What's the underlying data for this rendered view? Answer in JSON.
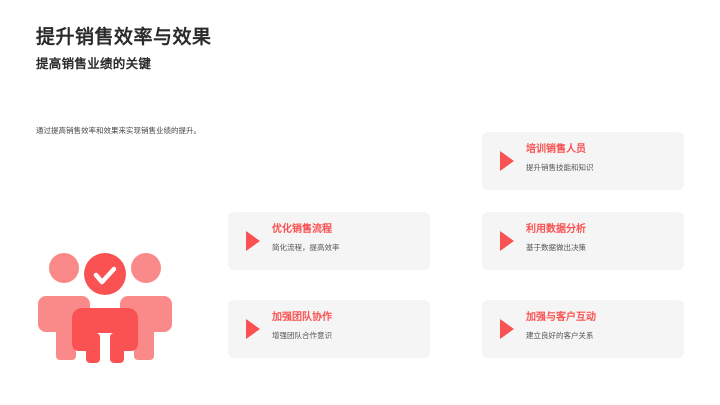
{
  "slide": {
    "title": "提升销售效率与效果",
    "subtitle": "提高销售业绩的关键",
    "intro": "通过提高销售效率和效果来实现销售业绩的提升。",
    "accent_color": "#fa5252",
    "card_background": "#f5f5f5",
    "illustration_name": "team-check-icon",
    "cards": [
      {
        "title": "培训销售人员",
        "desc": "提升销售技能和知识"
      },
      {
        "title": "优化销售流程",
        "desc": "简化流程，提高效率"
      },
      {
        "title": "利用数据分析",
        "desc": "基于数据做出决策"
      },
      {
        "title": "加强团队协作",
        "desc": "增强团队合作意识"
      },
      {
        "title": "加强与客户互动",
        "desc": "建立良好的客户关系"
      }
    ]
  }
}
